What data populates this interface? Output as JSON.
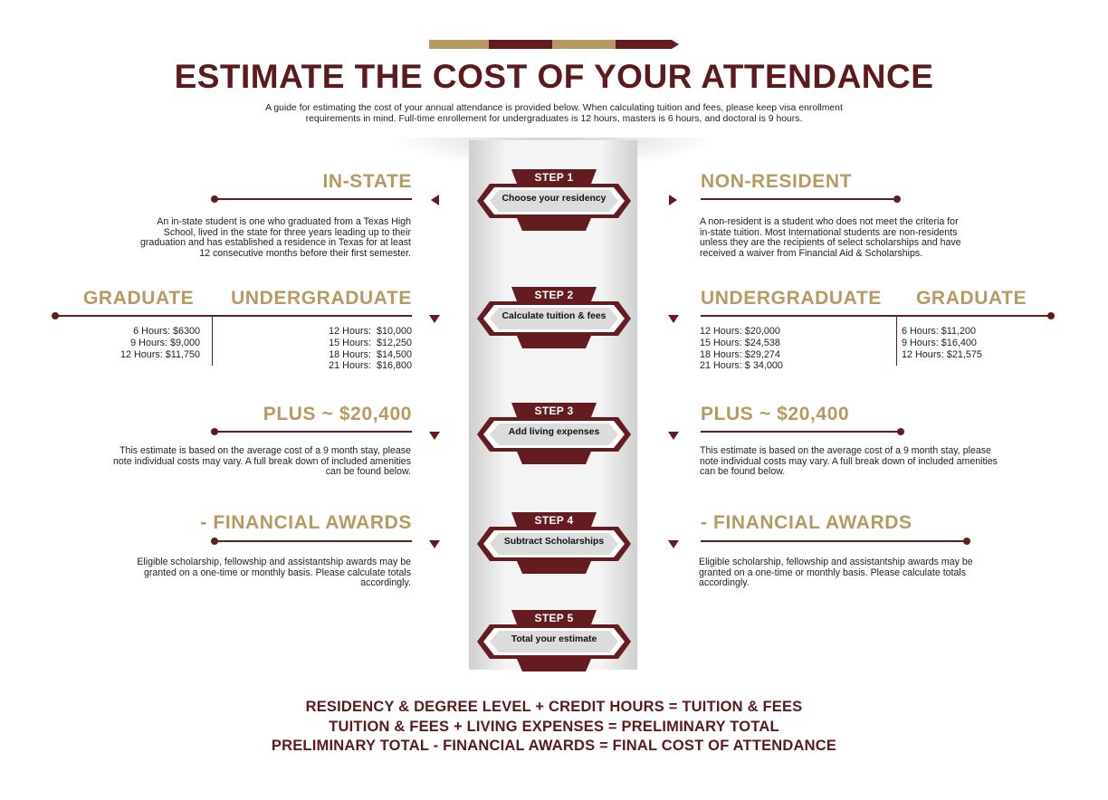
{
  "header": {
    "title": "ESTIMATE THE COST OF YOUR ATTENDANCE",
    "intro_line1": "A guide for estimating the cost of your annual attendance is provided below. When calculating tuition and fees, please keep visa enrollment",
    "intro_line2": "requirements  in mind. Full-time enrollement for undergraduates is 12 hours, masters is 6 hours, and doctoral is 9 hours."
  },
  "colors": {
    "maroon": "#651c20",
    "gold": "#b79a63",
    "column_gray": "#ececec"
  },
  "steps": [
    {
      "label": "STEP 1",
      "text": "Choose your residency"
    },
    {
      "label": "STEP 2",
      "text": "Calculate tuition & fees"
    },
    {
      "label": "STEP 3",
      "text": "Add living expenses"
    },
    {
      "label": "STEP 4",
      "text": "Subtract Scholarships"
    },
    {
      "label": "STEP 5",
      "text": "Total your estimate"
    }
  ],
  "left": {
    "residency": {
      "heading": "IN-STATE",
      "lines": [
        "An in-state student is one who graduated from a Texas High",
        "School, lived in the state for three years leading up to their",
        "graduation and has established a residence in Texas for at least",
        "12 consecutive months before their first semester."
      ]
    },
    "graduate": {
      "heading": "GRADUATE",
      "rates": [
        "6 Hours: $6300",
        "9 Hours: $9,000",
        "12 Hours: $11,750"
      ]
    },
    "undergraduate": {
      "heading": "UNDERGRADUATE",
      "rates": [
        "12 Hours:  $10,000",
        "15 Hours:  $12,250",
        "18 Hours:  $14,500",
        "21 Hours:  $16,800"
      ]
    },
    "living": {
      "heading": "PLUS  ~ $20,400",
      "lines": [
        "This estimate is based on the average cost of a 9 month stay, please",
        "note individual costs may vary. A full break down of included amenities",
        "can be found below."
      ]
    },
    "awards": {
      "heading": "- FINANCIAL AWARDS",
      "lines": [
        "Eligible scholarship, fellowship and assistantship awards may be",
        "granted on a one-time or monthly basis. Please calculate totals",
        "accordingly."
      ]
    }
  },
  "right": {
    "residency": {
      "heading": "NON-RESIDENT",
      "lines": [
        "A non-resident is a student who does not meet the criteria for",
        "in-state tuition. Most International students are non-residents",
        "unless they are the recipients of select scholarships and have",
        "received a waiver from Financial Aid & Scholarships."
      ]
    },
    "undergraduate": {
      "heading": "UNDERGRADUATE",
      "rates": [
        "12 Hours: $20,000",
        "15 Hours: $24,538",
        "18 Hours: $29,274",
        "21 Hours: $ 34,000"
      ]
    },
    "graduate": {
      "heading": "GRADUATE",
      "rates": [
        "6 Hours: $11,200",
        "9 Hours: $16,400",
        "12 Hours: $21,575"
      ]
    },
    "living": {
      "heading": "PLUS  ~ $20,400",
      "lines": [
        "This estimate is based on the average cost of a 9 month stay, please",
        "note individual costs may vary. A full break down of included amenities",
        "can be found below."
      ]
    },
    "awards": {
      "heading": "- FINANCIAL AWARDS",
      "lines": [
        "Eligible scholarship, fellowship and assistantship awards may be",
        "granted on a one-time or monthly basis. Please calculate totals",
        "accordingly."
      ]
    }
  },
  "formulas": [
    "RESIDENCY  &  DEGREE LEVEL + CREDIT HOURS  =  TUITION & FEES",
    "TUITION & FEES + LIVING EXPENSES = PRELIMINARY TOTAL",
    "PRELIMINARY TOTAL - FINANCIAL AWARDS = FINAL COST OF ATTENDANCE"
  ]
}
